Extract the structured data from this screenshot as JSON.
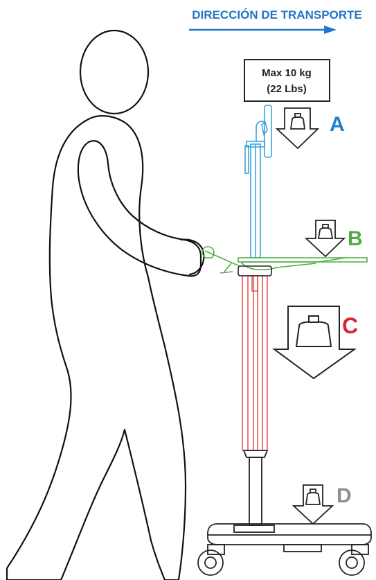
{
  "direction": {
    "label": "DIRECCIÓN DE TRANSPORTE",
    "color": "#1f75c9"
  },
  "max_load": {
    "line1": "Max 10 kg",
    "line2": "(22 Lbs)"
  },
  "zones": [
    {
      "letter": "A",
      "color": "#1f7fcf",
      "part": "monitor-mount"
    },
    {
      "letter": "B",
      "color": "#4cae3f",
      "part": "work-surface"
    },
    {
      "letter": "C",
      "color": "#d8262c",
      "part": "column"
    },
    {
      "letter": "D",
      "color": "#8f8f8f",
      "part": "base"
    }
  ],
  "colors": {
    "figure_stroke": "#111111",
    "monitor_part": "#3aa3de",
    "surface_part": "#4cae3f",
    "column_part": "#e2453f",
    "base_part": "#222222"
  }
}
